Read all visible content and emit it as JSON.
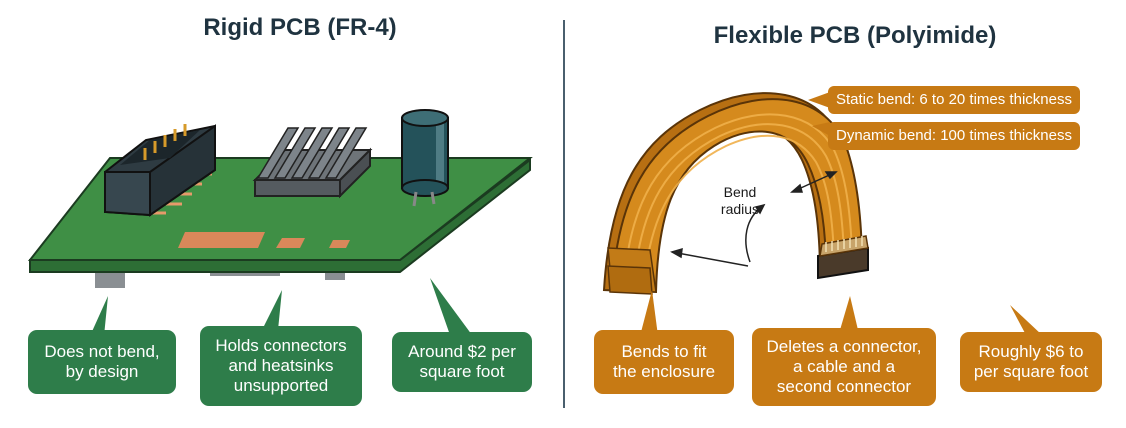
{
  "rigid": {
    "title": "Rigid PCB (FR-4)",
    "callouts": [
      "Does not bend,\nby design",
      "Holds connectors\nand heatsinks\nunsupported",
      "Around $2 per\nsquare foot"
    ]
  },
  "flex": {
    "title": "Flexible PCB (Polyimide)",
    "labels": [
      "Static bend: 6 to 20 times thickness",
      "Dynamic bend: 100 times thickness"
    ],
    "bend_label": "Bend\nradius",
    "callouts": [
      "Bends to fit\nthe enclosure",
      "Deletes a connector,\na cable and a\nsecond connector",
      "Roughly $6 to\nper square foot"
    ]
  },
  "colors": {
    "rigid_green": "#2e7d4a",
    "flex_orange": "#c77a14",
    "pcb_board": "#3f8f45",
    "polyimide": "#d58a1d"
  }
}
